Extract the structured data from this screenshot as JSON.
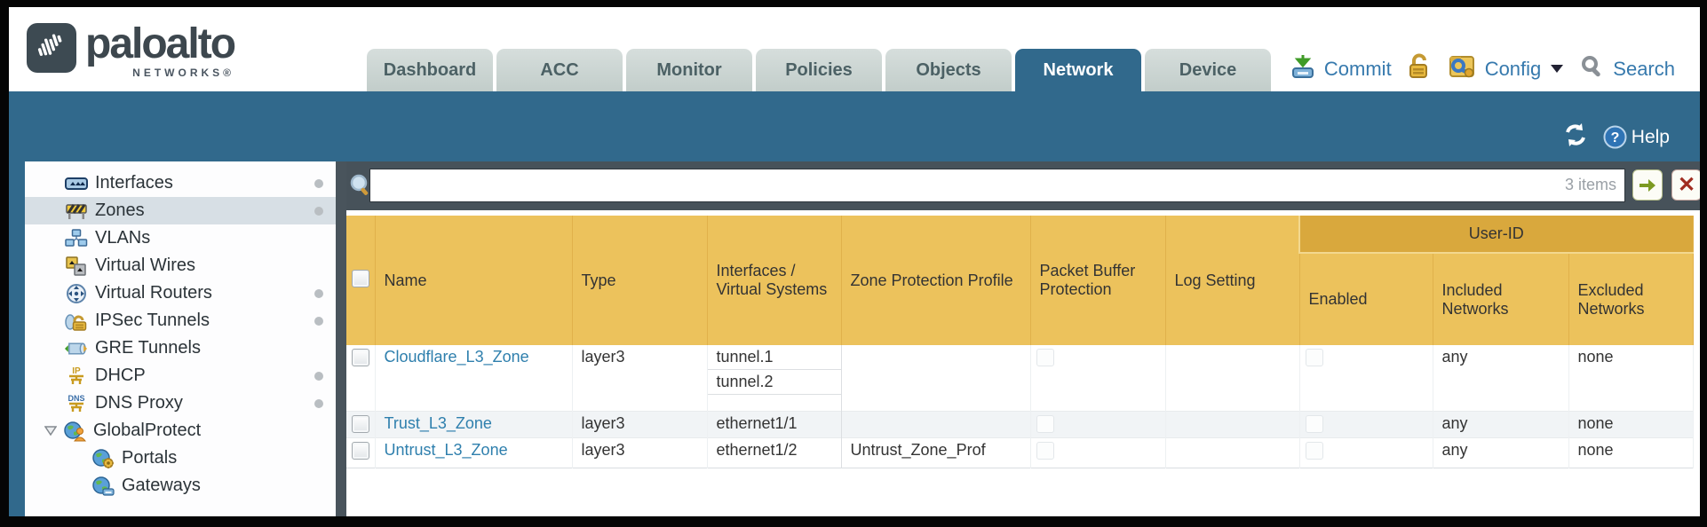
{
  "logo": {
    "brand": "paloalto",
    "sub": "NETWORKS®"
  },
  "header": {
    "tabs": [
      {
        "label": "Dashboard",
        "active": false
      },
      {
        "label": "ACC",
        "active": false
      },
      {
        "label": "Monitor",
        "active": false
      },
      {
        "label": "Policies",
        "active": false
      },
      {
        "label": "Objects",
        "active": false
      },
      {
        "label": "Network",
        "active": true
      },
      {
        "label": "Device",
        "active": false
      }
    ],
    "actions": {
      "commit": "Commit",
      "config": "Config",
      "search": "Search"
    }
  },
  "subheader": {
    "help": "Help"
  },
  "sidebar": {
    "items": [
      {
        "label": "Interfaces",
        "dot": true
      },
      {
        "label": "Zones",
        "dot": true,
        "selected": true
      },
      {
        "label": "VLANs",
        "dot": false
      },
      {
        "label": "Virtual Wires",
        "dot": false
      },
      {
        "label": "Virtual Routers",
        "dot": true
      },
      {
        "label": "IPSec Tunnels",
        "dot": true
      },
      {
        "label": "GRE Tunnels",
        "dot": false
      },
      {
        "label": "DHCP",
        "dot": true
      },
      {
        "label": "DNS Proxy",
        "dot": true
      },
      {
        "label": "GlobalProtect",
        "dot": false,
        "expanded": true
      },
      {
        "label": "Portals",
        "indent": 1
      },
      {
        "label": "Gateways",
        "indent": 1
      }
    ]
  },
  "toolbar": {
    "search_value": "",
    "items_count": "3 items"
  },
  "table": {
    "group_header": "User-ID",
    "columns": [
      "Name",
      "Type",
      "Interfaces / Virtual Systems",
      "Zone Protection Profile",
      "Packet Buffer Protection",
      "Log Setting",
      "Enabled",
      "Included Networks",
      "Excluded Networks"
    ],
    "rows": [
      {
        "name": "Cloudflare_L3_Zone",
        "type": "layer3",
        "interfaces": [
          "tunnel.1",
          "tunnel.2"
        ],
        "zone_protection": "",
        "log_setting": "",
        "included": "any",
        "excluded": "none"
      },
      {
        "name": "Trust_L3_Zone",
        "type": "layer3",
        "interfaces": [
          "ethernet1/1"
        ],
        "zone_protection": "",
        "log_setting": "",
        "included": "any",
        "excluded": "none"
      },
      {
        "name": "Untrust_L3_Zone",
        "type": "layer3",
        "interfaces": [
          "ethernet1/2"
        ],
        "zone_protection": "Untrust_Zone_Prof",
        "log_setting": "",
        "included": "any",
        "excluded": "none"
      }
    ]
  },
  "colors": {
    "teal_band": "#31698c",
    "toolbar_slate": "#47525a",
    "header_gold": "#ecc25c",
    "user_id_gold": "#d9a83d",
    "link_blue": "#2e7fad"
  }
}
